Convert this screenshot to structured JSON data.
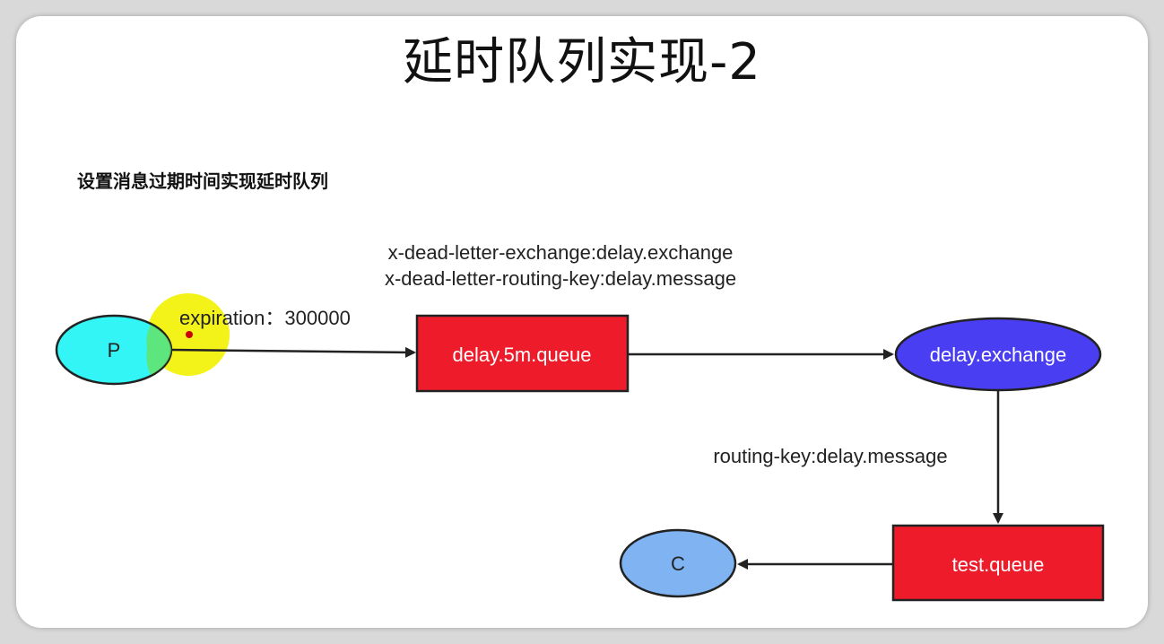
{
  "slide": {
    "title": "延时队列实现-2",
    "subtitle": "设置消息过期时间实现延时队列"
  },
  "diagram": {
    "nodes": {
      "producer": "P",
      "delay_queue": "delay.5m.queue",
      "delay_exchange": "delay.exchange",
      "test_queue": "test.queue",
      "consumer": "C"
    },
    "labels": {
      "dlx_exchange": "x-dead-letter-exchange:delay.exchange",
      "dlx_routing_key": "x-dead-letter-routing-key:delay.message",
      "expiration": "expiration：300000",
      "routing_key": "routing-key:delay.message"
    },
    "colors": {
      "producer_fill": "#33f5f5",
      "queue_fill": "#ee1c2a",
      "exchange_fill": "#4a3ef2",
      "consumer_fill": "#7fb3f2",
      "highlight": "#f2f200"
    }
  }
}
